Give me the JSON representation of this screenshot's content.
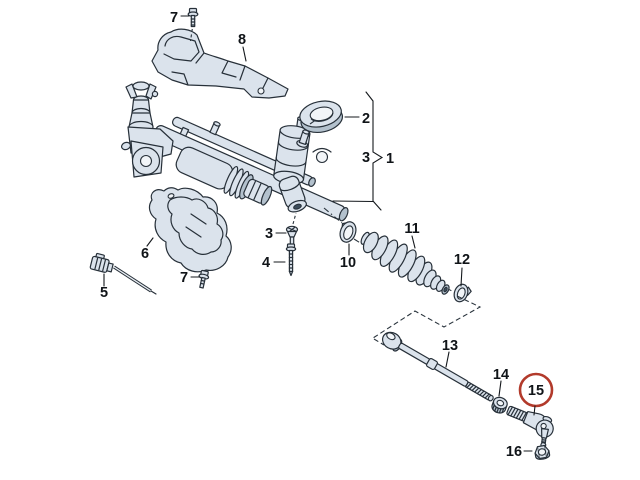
{
  "diagram": {
    "title": "steering-gear-exploded-parts-diagram",
    "background_color": "#ffffff",
    "line_color": "#273039",
    "part_fill_color": "#dbe3ec",
    "part_shade_color": "#b3c1cd",
    "highlight_circle_color": "#b23a2b",
    "label_color": "#101418",
    "highlighted_callout": "15",
    "callouts": [
      {
        "id": "bolt-7-upper",
        "label": "7"
      },
      {
        "id": "heat-shield-8",
        "label": "8"
      },
      {
        "id": "mount-grommet-2",
        "label": "2"
      },
      {
        "id": "group-item-3",
        "label": "3"
      },
      {
        "id": "steering-gear-assembly-1",
        "label": "1"
      },
      {
        "id": "screw-3",
        "label": "3"
      },
      {
        "id": "bolt-4",
        "label": "4"
      },
      {
        "id": "shield-6",
        "label": "6"
      },
      {
        "id": "bolt-7-lower",
        "label": "7"
      },
      {
        "id": "sensor-lead-5",
        "label": "5"
      },
      {
        "id": "clamp-10",
        "label": "10"
      },
      {
        "id": "bellows-boot-11",
        "label": "11"
      },
      {
        "id": "clamp-12",
        "label": "12"
      },
      {
        "id": "inner-tie-rod-13",
        "label": "13"
      },
      {
        "id": "lock-nut-14",
        "label": "14"
      },
      {
        "id": "tie-rod-end-15",
        "label": "15",
        "highlighted": true
      },
      {
        "id": "nut-16",
        "label": "16"
      }
    ]
  }
}
